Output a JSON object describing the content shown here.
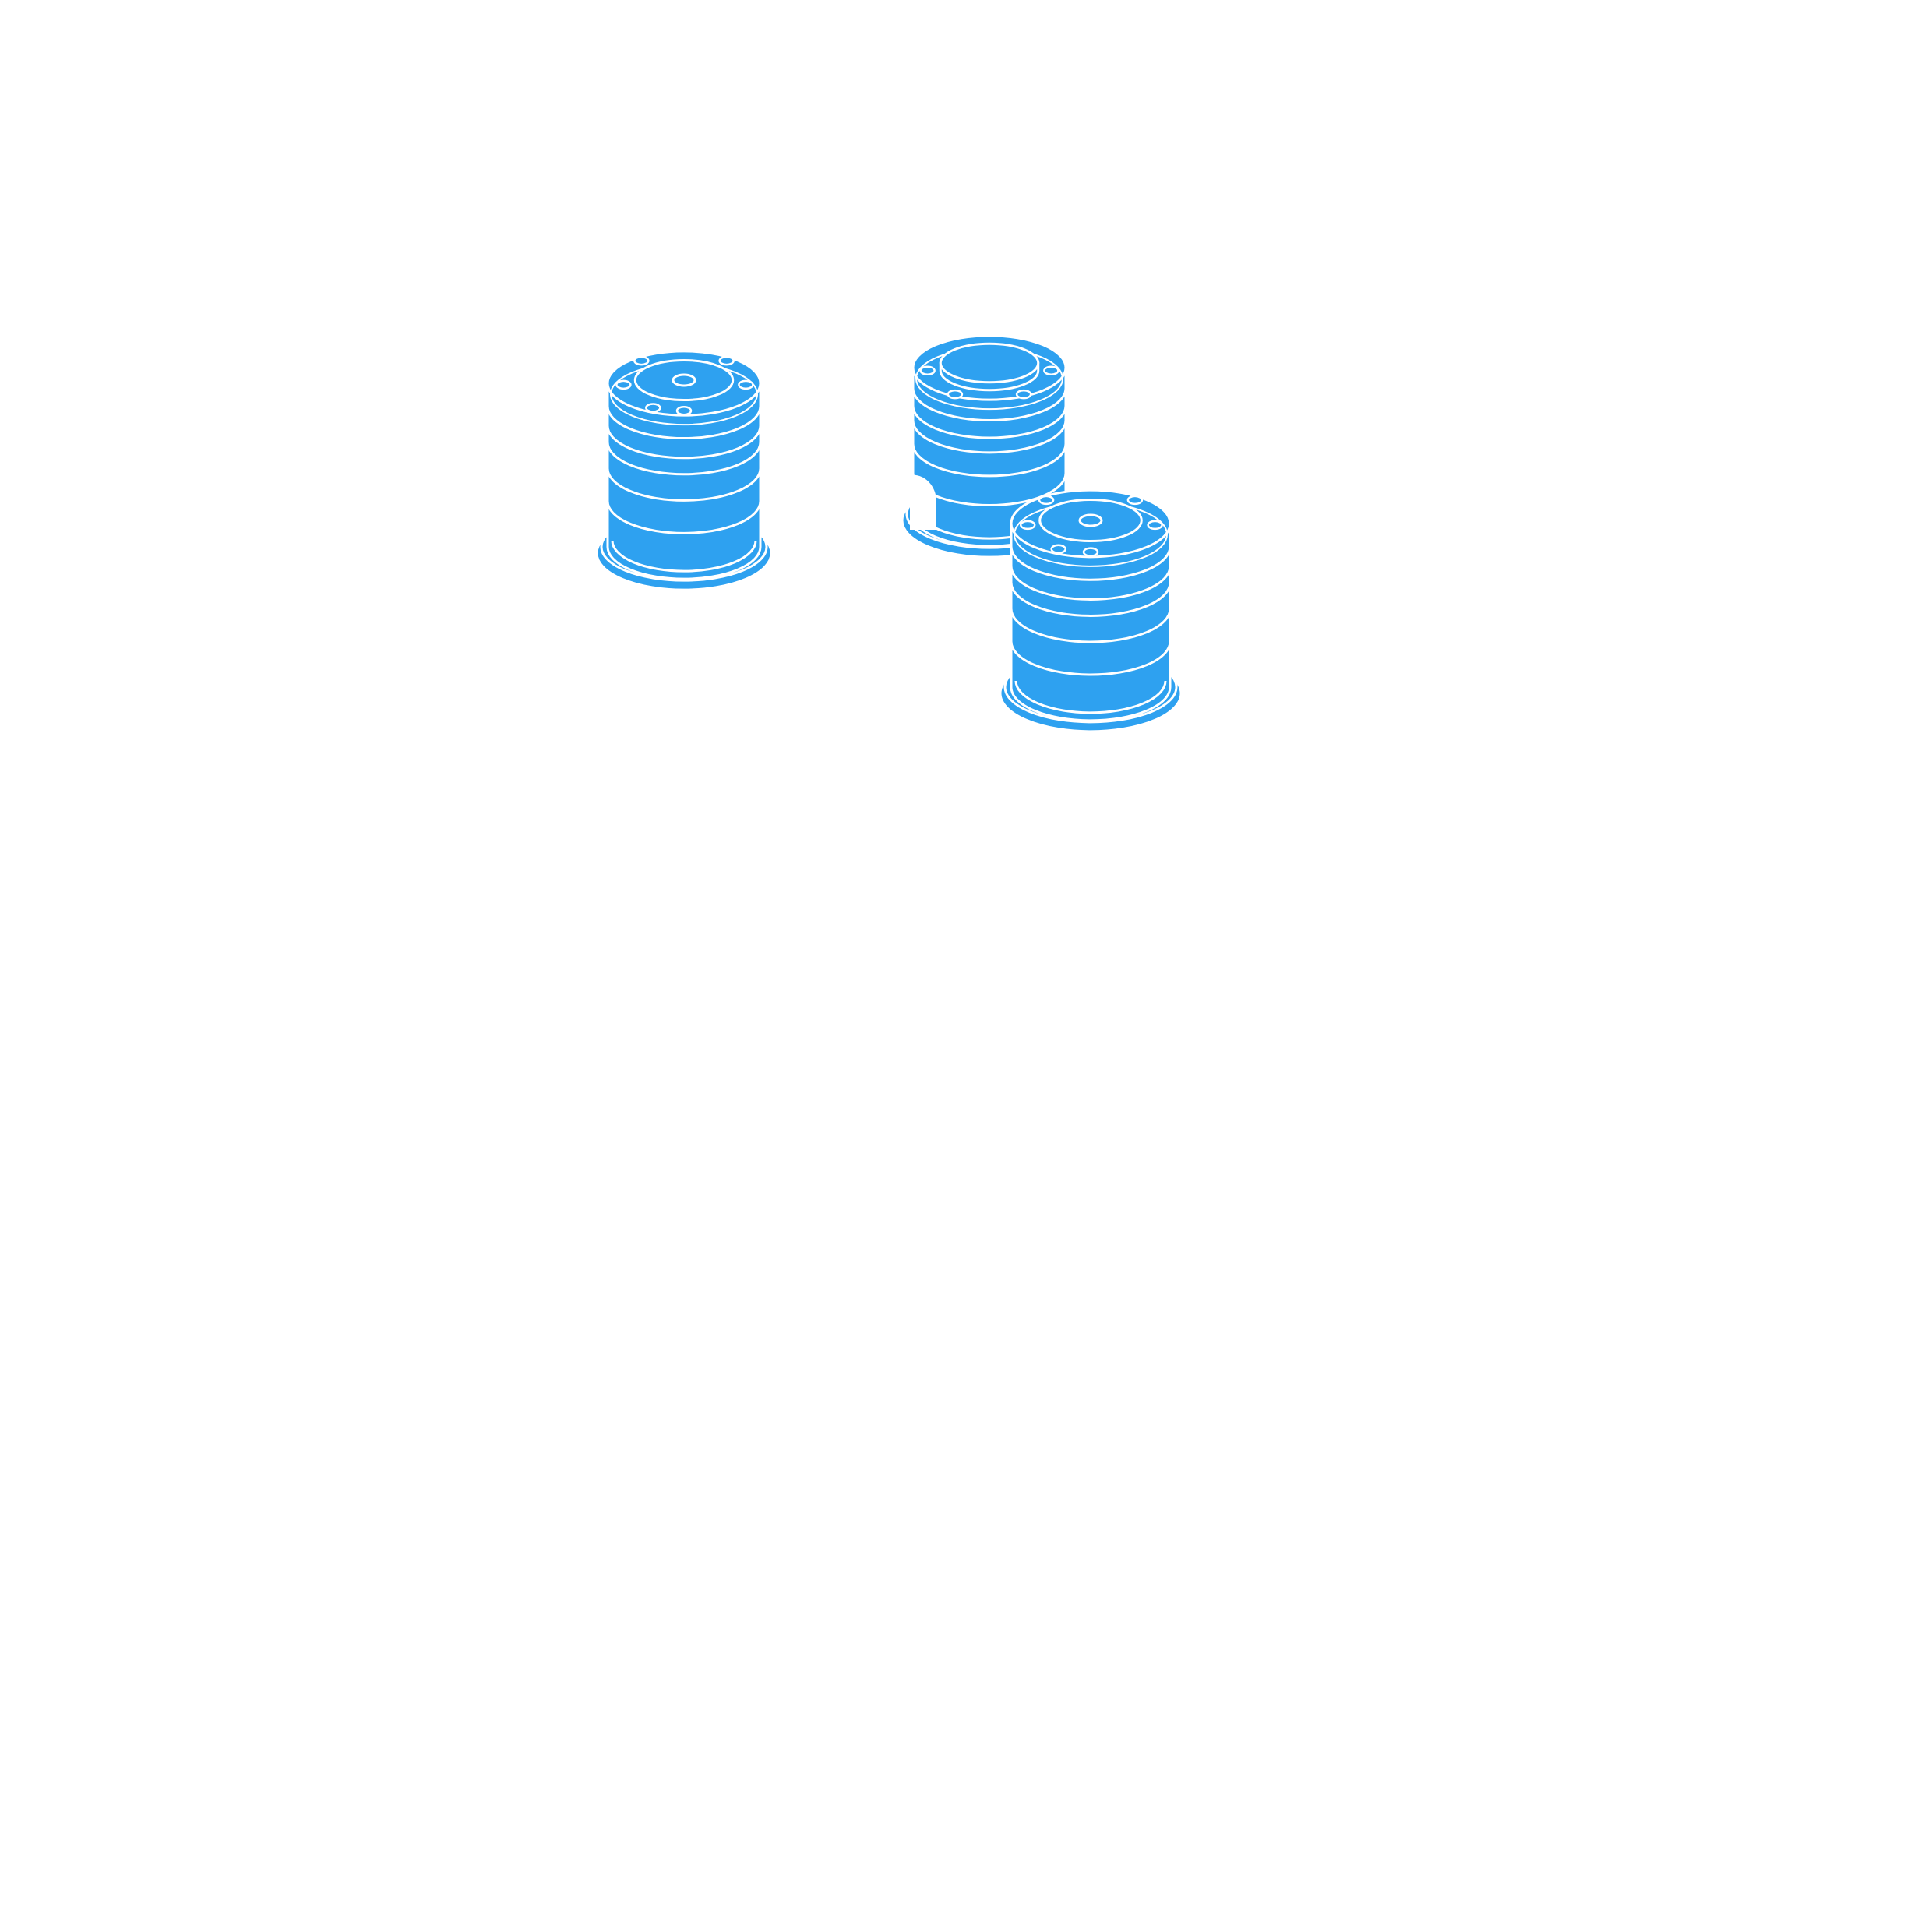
{
  "scene": {
    "background_color": "#ffffff",
    "object_color": "#2ea1f0",
    "outline_color": "#ffffff",
    "objects": [
      {
        "name": "cylinder-left",
        "icon": "cylinder-icon",
        "top_style": "bolt-flange"
      },
      {
        "name": "cylinder-middle",
        "icon": "cylinder-icon",
        "top_style": "raised-cap",
        "base_notch": true
      },
      {
        "name": "cylinder-right",
        "icon": "cylinder-icon",
        "top_style": "bolt-flange"
      }
    ]
  }
}
